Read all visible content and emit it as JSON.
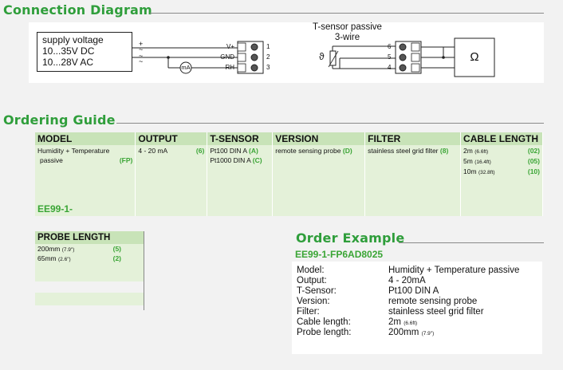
{
  "connection": {
    "title": "Connection Diagram",
    "supply_lines": [
      "supply voltage",
      "10...35V DC",
      "10...28V AC"
    ],
    "plus": "+",
    "tilde1": "~",
    "tilde2": "~",
    "minus": "~",
    "ma": "mA",
    "terminals": [
      {
        "label": "V+",
        "num": "1"
      },
      {
        "label": "GND",
        "num": "2"
      },
      {
        "label": "RH",
        "num": "3"
      }
    ],
    "tsensor_title": [
      "T-sensor passive",
      "3-wire"
    ],
    "tsensor_symbol": "ϑ",
    "tsensor_pins": [
      "6",
      "5",
      "4"
    ],
    "ohm": "Ω"
  },
  "ordering": {
    "title": "Ordering Guide",
    "headers": [
      "MODEL",
      "OUTPUT",
      "T-SENSOR",
      "VERSION",
      "FILTER",
      "CABLE LENGTH"
    ],
    "model": {
      "line1": "Humidity + Temperature",
      "line2": "passive",
      "code": "(FP)"
    },
    "output": {
      "text": "4 - 20 mA",
      "code": "(6)"
    },
    "tsensor": [
      {
        "text": "Pt100 DIN A",
        "code": "(A)"
      },
      {
        "text": "Pt1000 DIN A",
        "code": "(C)"
      }
    ],
    "version": {
      "text": "remote sensing probe",
      "code": "(D)"
    },
    "filter": {
      "text": "stainless steel grid filter",
      "code": "(8)"
    },
    "cable": [
      {
        "text": "2m",
        "sub": "(6.6ft)",
        "code": "(02)"
      },
      {
        "text": "5m",
        "sub": "(16.4ft)",
        "code": "(05)"
      },
      {
        "text": "10m",
        "sub": "(32.8ft)",
        "code": "(10)"
      }
    ],
    "result_code": "EE99-1-"
  },
  "probe_length": {
    "header": "PROBE LENGTH",
    "rows": [
      {
        "text": "200mm",
        "sub": "(7.9\")",
        "code": "(5)"
      },
      {
        "text": "65mm",
        "sub": "(2.6\")",
        "code": "(2)"
      }
    ]
  },
  "order_example": {
    "title": "Order Example",
    "code": "EE99-1-FP6AD8025",
    "rows": [
      {
        "label": "Model:",
        "value": "Humidity + Temperature passive"
      },
      {
        "label": "Output:",
        "value": "4 - 20mA"
      },
      {
        "label": "T-Sensor:",
        "value": "Pt100 DIN A"
      },
      {
        "label": "Version:",
        "value": "remote sensing probe"
      },
      {
        "label": "Filter:",
        "value": "stainless steel grid filter"
      },
      {
        "label": "Cable length:",
        "value": "2m",
        "sub": "(6.6ft)"
      },
      {
        "label": "Probe length:",
        "value": "200mm",
        "sub": "(7.9\")"
      }
    ]
  },
  "colors": {
    "accent": "#2f9e3b",
    "header_bg": "#c8e3b8",
    "cell_bg": "#e4f1d9"
  }
}
